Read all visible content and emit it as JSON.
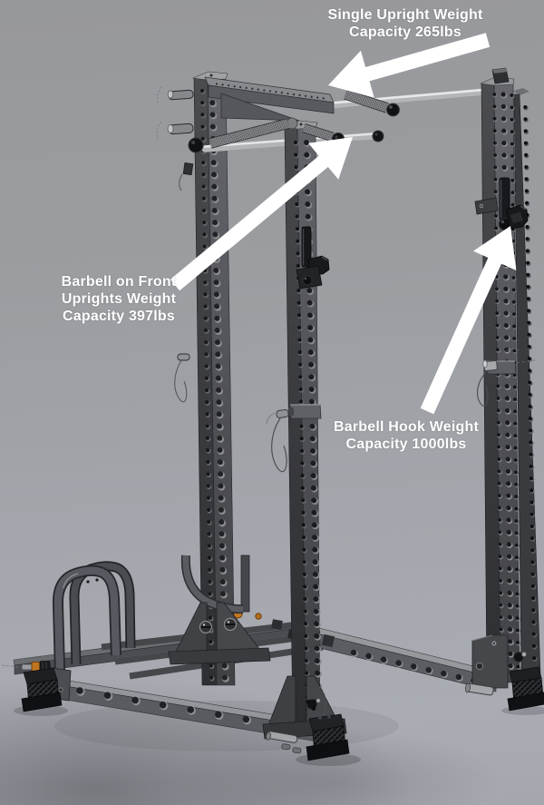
{
  "annotations": {
    "single_upright": {
      "text": "Single Upright Weight\nCapacity 265lbs"
    },
    "barbell_front_uprights": {
      "text": "Barbell on Front\nUprights Weight\nCapacity 397lbs"
    },
    "barbell_hook": {
      "text": "Barbell Hook Weight\nCapacity 1000lbs"
    }
  },
  "colors": {
    "annotation_text": "#ffffff",
    "arrow": "#ffffff",
    "background_top": "#97989c",
    "background_bottom": "#a9adb3",
    "steel_light": "#b3b5b8",
    "steel_dark": "#3f4044",
    "accent_orange": "#c0761f"
  }
}
